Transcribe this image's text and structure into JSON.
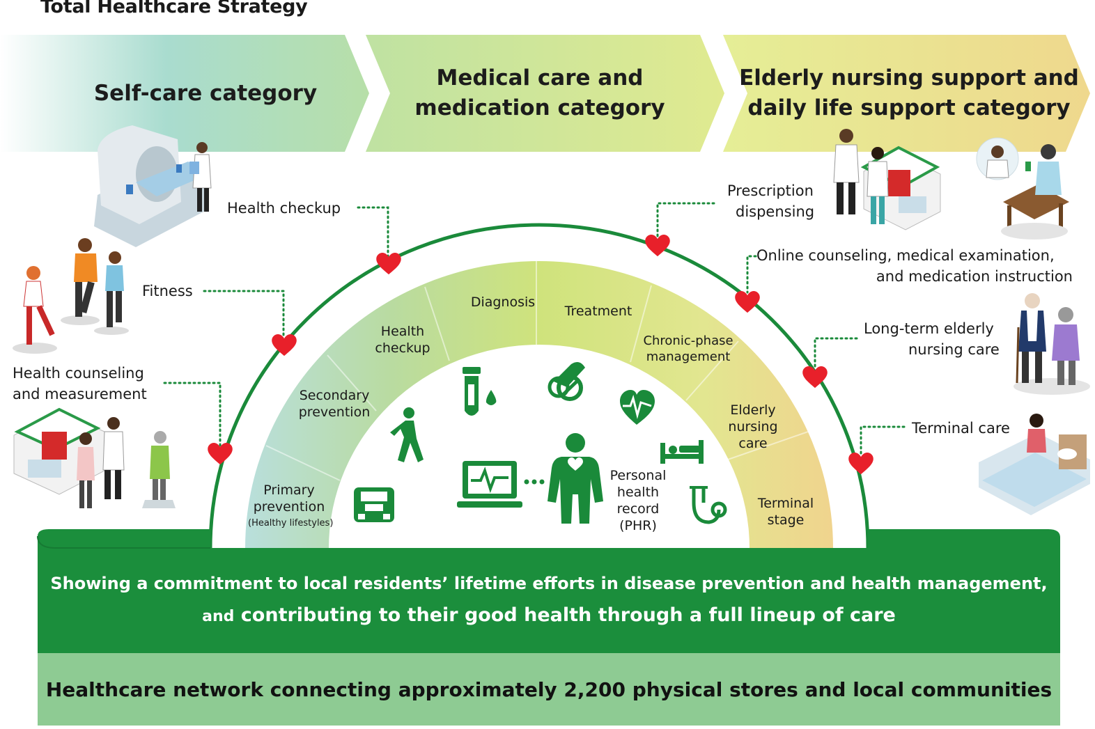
{
  "title": "Total Healthcare Strategy",
  "categories": [
    {
      "line1": "Self-care category",
      "line2": ""
    },
    {
      "line1": "Medical care and",
      "line2": "medication category"
    },
    {
      "line1": "Elderly nursing support and",
      "line2": "daily life support category"
    }
  ],
  "services_left": {
    "health_checkup": "Health checkup",
    "fitness": "Fitness",
    "counseling_line1": "Health counseling",
    "counseling_line2": "and measurement"
  },
  "services_right": {
    "prescription_line1": "Prescription",
    "prescription_line2": "dispensing",
    "online_line1": "Online counseling, medical examination,",
    "online_line2": "and medication instruction",
    "longterm_line1": "Long-term elderly",
    "longterm_line2": "nursing care",
    "terminal": "Terminal care"
  },
  "stages": {
    "primary_line1": "Primary",
    "primary_line2": "prevention",
    "primary_note": "(Healthy lifestyles)",
    "secondary_line1": "Secondary",
    "secondary_line2": "prevention",
    "checkup_line1": "Health",
    "checkup_line2": "checkup",
    "diagnosis": "Diagnosis",
    "treatment": "Treatment",
    "chronic_line1": "Chronic-phase",
    "chronic_line2": "management",
    "elderly_line1": "Elderly",
    "elderly_line2": "nursing",
    "elderly_line3": "care",
    "terminal_line1": "Terminal",
    "terminal_line2": "stage"
  },
  "phr": {
    "line1": "Personal",
    "line2": "health",
    "line3": "record",
    "line4": "(PHR)"
  },
  "icons": [
    "walking-person-icon",
    "test-tube-icon",
    "pills-icon",
    "heart-pulse-icon",
    "hospital-bed-icon",
    "laptop-monitor-icon",
    "person-heart-icon",
    "stethoscope-icon",
    "scale-icon"
  ],
  "band": {
    "line1": "Showing a commitment to local residents’ lifetime efforts in disease prevention and health management,",
    "line2_prefix": "and",
    "line2_main": "contributing to their good health through a full lineup of care"
  },
  "network": "Healthcare network connecting approximately 2,200 physical stores and local communities",
  "colors": {
    "dark_green": "#1a8a3a",
    "heart_red": "#e8202a",
    "light_band": "#8ecb93"
  }
}
